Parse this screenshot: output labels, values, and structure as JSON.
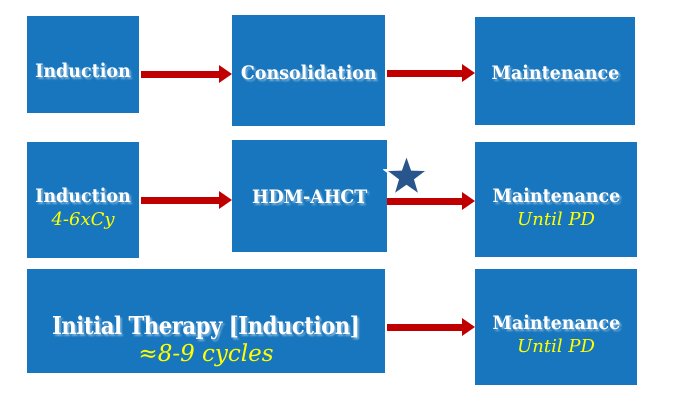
{
  "colors": {
    "background": "#FFFFFF",
    "box_blue": "#1776BD",
    "arrow_red": "#C00000",
    "star_blue": "#27558C",
    "label_white": "#FFFFFF",
    "subtitle_yellow": "#FFFF00"
  },
  "flows": [
    {
      "name": "pathway-1",
      "nodes": [
        {
          "label": "Induction"
        },
        {
          "label": "Consolidation"
        },
        {
          "label": "Maintenance"
        }
      ]
    },
    {
      "name": "pathway-2",
      "marker": "star",
      "nodes": [
        {
          "label": "Induction",
          "sublabel": "4-6xCy"
        },
        {
          "label": "HDM-AHCT"
        },
        {
          "label": "Maintenance",
          "sublabel": "Until PD"
        }
      ]
    },
    {
      "name": "pathway-3",
      "nodes": [
        {
          "label": "Initial Therapy [Induction]",
          "sublabel": "≈8-9 cycles"
        },
        {
          "label": "Maintenance",
          "sublabel": "Until PD"
        }
      ]
    }
  ]
}
